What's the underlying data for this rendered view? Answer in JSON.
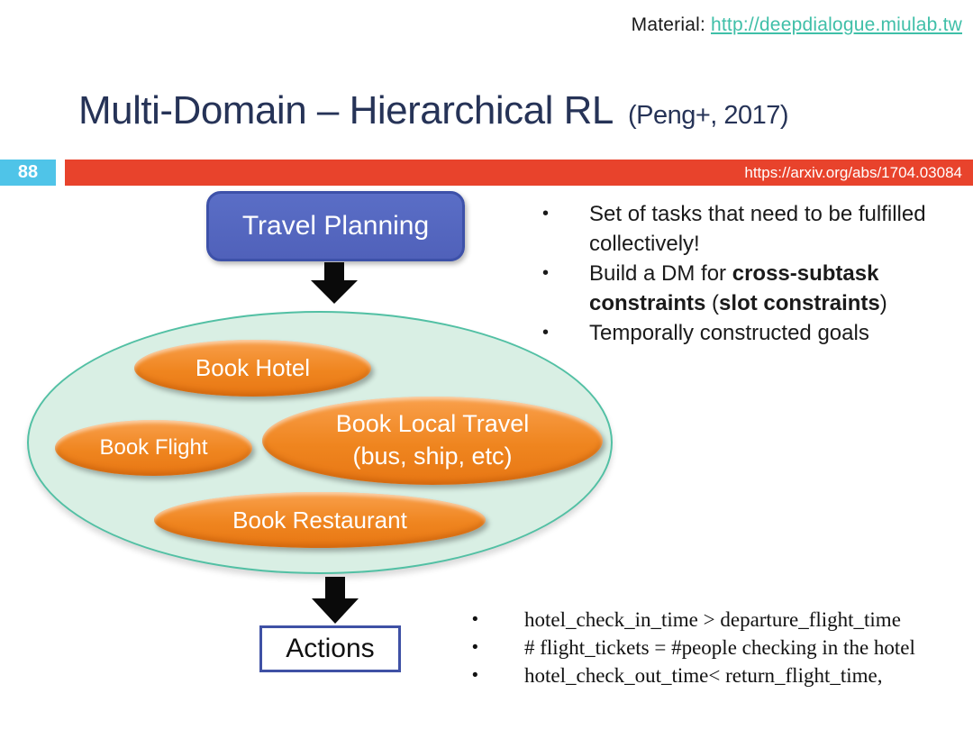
{
  "colors": {
    "accent_red": "#e8432c",
    "page_box_blue": "#4fc4e8",
    "title_navy": "#263357",
    "link_teal": "#3fbfa8",
    "root_node_blue": "#5266be",
    "root_node_border": "#3d51a9",
    "big_ellipse_mint": "#d9efe4",
    "big_ellipse_border_teal": "#52c0a4",
    "subtask_orange": "#ee8022",
    "actions_border_blue": "#3f51a5"
  },
  "glyphs": {
    "bullet": "•"
  },
  "header": {
    "material_label": "Material:",
    "material_link": "http://deepdialogue.miulab.tw",
    "title_main": "Multi-Domain – Hierarchical RL",
    "title_cite": "(Peng+, 2017)",
    "page_number": "88",
    "arxiv_url": "https://arxiv.org/abs/1704.03084"
  },
  "diagram": {
    "root_label": "Travel Planning",
    "subtask_hotel": "Book Hotel",
    "subtask_flight": "Book Flight",
    "subtask_local_line1": "Book Local Travel",
    "subtask_local_line2": "(bus, ship, etc)",
    "subtask_restaurant": "Book Restaurant",
    "actions_label": "Actions"
  },
  "bullets": {
    "b1": "Set of tasks that need to be fulfilled collectively!",
    "b2_pre": "Build a DM for ",
    "b2_bold1": "cross-subtask constraints",
    "b2_mid": " (",
    "b2_bold2": "slot constraints",
    "b2_post": ")",
    "b3": "Temporally constructed goals"
  },
  "constraints": [
    "hotel_check_in_time > departure_flight_time",
    "# flight_tickets = #people checking in the hotel",
    "hotel_check_out_time< return_flight_time,"
  ]
}
